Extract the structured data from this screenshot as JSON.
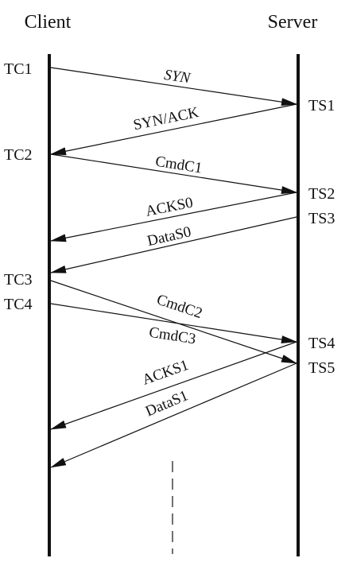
{
  "headers": {
    "client": "Client",
    "server": "Server"
  },
  "time_labels": {
    "client": [
      "TC1",
      "TC2",
      "TC3",
      "TC4"
    ],
    "server": [
      "TS1",
      "TS2",
      "TS3",
      "TS4",
      "TS5"
    ]
  },
  "messages": [
    {
      "from": "client",
      "to": "server",
      "label": "SYN",
      "italic": true
    },
    {
      "from": "server",
      "to": "client",
      "label": "SYN/ACK",
      "italic": false
    },
    {
      "from": "client",
      "to": "server",
      "label": "CmdC1",
      "italic": false
    },
    {
      "from": "server",
      "to": "client",
      "label": "ACKS0",
      "italic": false
    },
    {
      "from": "server",
      "to": "client",
      "label": "DataS0",
      "italic": false
    },
    {
      "from": "client",
      "to": "server",
      "label": "CmdC2",
      "italic": false
    },
    {
      "from": "client",
      "to": "server",
      "label": "CmdC3",
      "italic": false
    },
    {
      "from": "server",
      "to": "client",
      "label": "ACKS1",
      "italic": false
    },
    {
      "from": "server",
      "to": "client",
      "label": "DataS1",
      "italic": false
    }
  ]
}
